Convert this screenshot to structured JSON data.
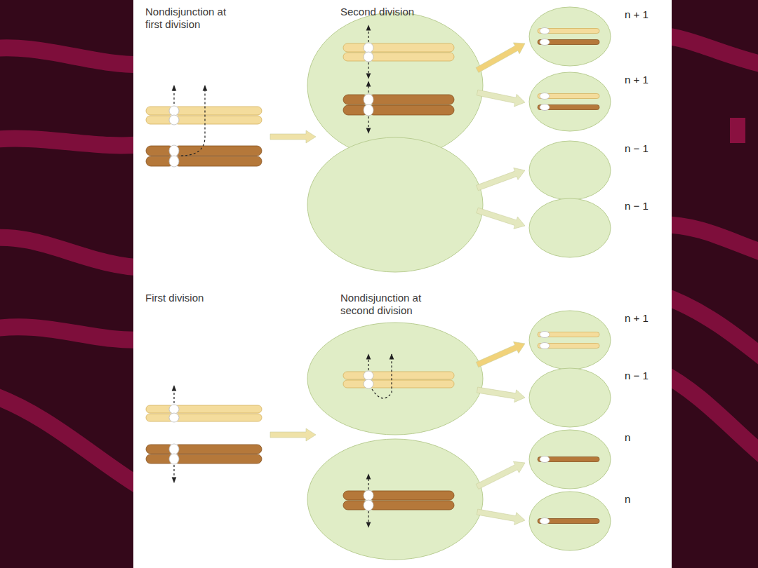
{
  "diagram": {
    "nodes": [
      {
        "text": [
          "n + 1"
        ]
      },
      {
        "text": [
          "n + 1"
        ]
      },
      {
        "text": [
          "n − 1"
        ]
      },
      {
        "text": [
          "n − 1"
        ]
      },
      {
        "text": [
          "n + 1"
        ]
      },
      {
        "text": [
          "n − 1"
        ]
      },
      {
        "text": [
          "n"
        ]
      },
      {
        "text": [
          "n"
        ]
      }
    ],
    "labels": [
      "Nondisjunction at first division",
      "Second division",
      "First division",
      "Nondisjunction at second division"
    ]
  }
}
